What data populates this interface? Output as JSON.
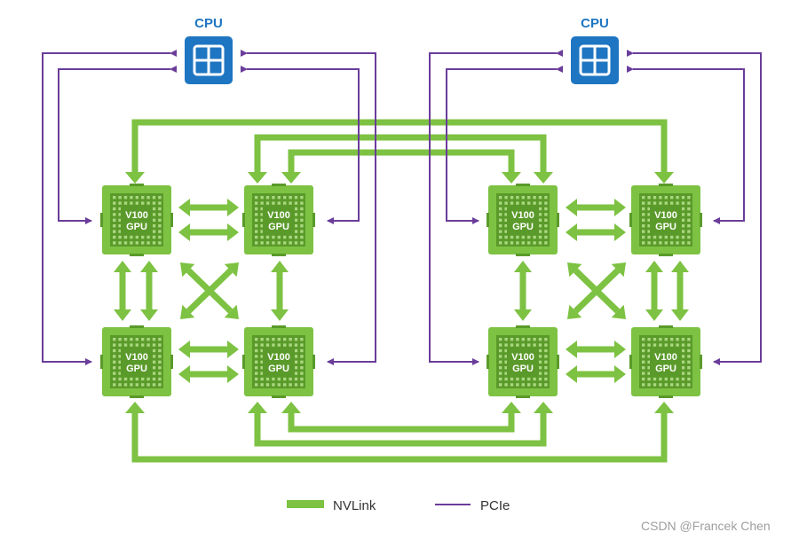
{
  "colors": {
    "nvlink": "#7dc242",
    "pcie": "#6a3d9a",
    "cpu": "#1e75c2",
    "gpu_body": "#7dc242",
    "gpu_die": "#5a9a2a"
  },
  "icons": {
    "cpu": "cpu-chip-icon",
    "gpu": "gpu-chip-icon"
  },
  "cpus": [
    {
      "label": "CPU"
    },
    {
      "label": "CPU"
    }
  ],
  "gpus": [
    {
      "line1": "V100",
      "line2": "GPU"
    },
    {
      "line1": "V100",
      "line2": "GPU"
    },
    {
      "line1": "V100",
      "line2": "GPU"
    },
    {
      "line1": "V100",
      "line2": "GPU"
    },
    {
      "line1": "V100",
      "line2": "GPU"
    },
    {
      "line1": "V100",
      "line2": "GPU"
    },
    {
      "line1": "V100",
      "line2": "GPU"
    },
    {
      "line1": "V100",
      "line2": "GPU"
    }
  ],
  "legend": {
    "nvlink_label": "NVLink",
    "pcie_label": "PCIe"
  },
  "watermark": "CSDN @Francek Chen"
}
